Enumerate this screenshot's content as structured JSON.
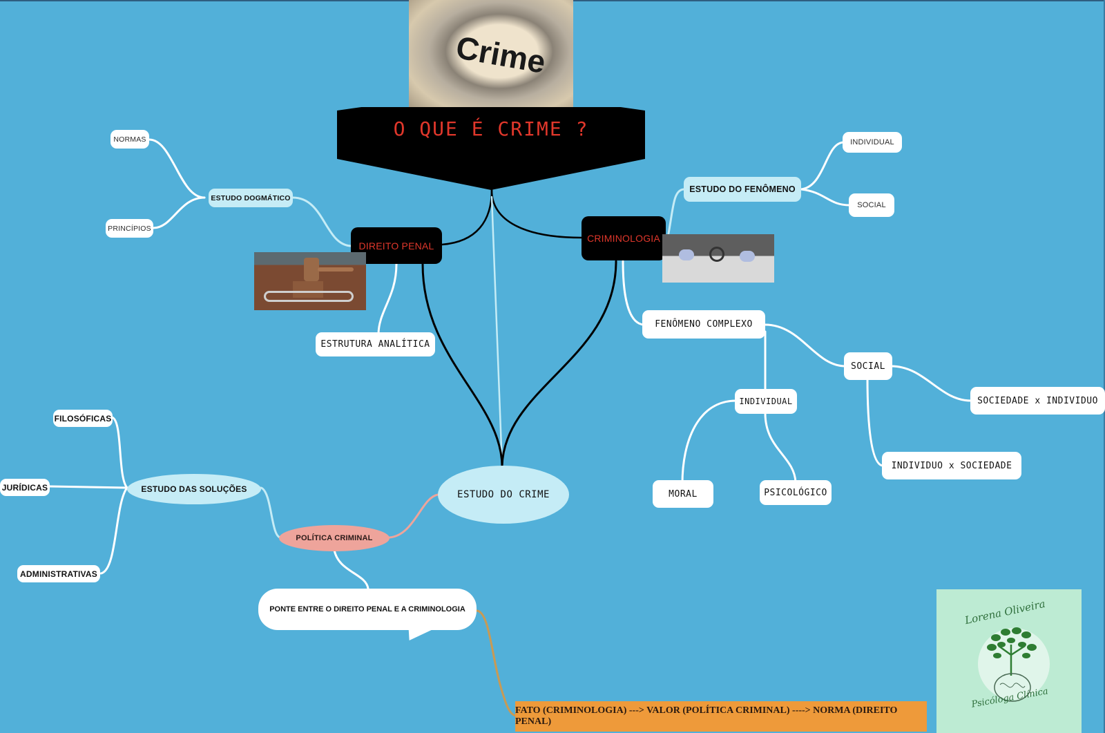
{
  "title": {
    "text": "O QUE É CRIME ?",
    "image": "crime-handcuffs-photo",
    "image_caption": "Crime"
  },
  "colors": {
    "background": "#52b0d9",
    "title_box": "#000000",
    "title_text": "#e0372b",
    "light_node": "#c5ecf6",
    "white_node": "#ffffff",
    "politica_criminal": "#eea49b",
    "formula_bar": "#ee9a3a",
    "logo_bg": "#bdebd3"
  },
  "direito_penal": {
    "label": "DIREITO PENAL",
    "image": "gavel-and-handcuffs-photo",
    "estudo_dogmatico": {
      "label": "ESTUDO DOGMÁTICO",
      "children": [
        "NORMAS",
        "PRINCÍPIOS"
      ]
    },
    "estrutura_analitica": "ESTRUTURA ANALÍTICA"
  },
  "criminologia": {
    "label": "CRIMINOLOGIA",
    "image": "fingerprint-investigation-photo",
    "estudo_do_fenomeno": {
      "label": "ESTUDO DO FENÔMENO",
      "children": [
        "INDIVIDUAL",
        "SOCIAL"
      ]
    },
    "fenomeno_complexo": {
      "label": "FENÔMENO COMPLEXO",
      "individual": {
        "label": "INDIVIDUAL",
        "children": [
          "MORAL",
          "PSICOLÓGICO"
        ]
      },
      "social": {
        "label": "SOCIAL",
        "children": [
          "SOCIEDADE x INDIVIDUO",
          "INDIVIDUO x SOCIEDADE"
        ]
      }
    }
  },
  "estudo_do_crime": "ESTUDO DO CRIME",
  "politica_criminal": {
    "label": "POLÍTICA CRIMINAL",
    "estudo_das_solucoes": {
      "label": "ESTUDO DAS SOLUÇÕES",
      "children": [
        "FILOSÓFICAS",
        "JURÍDICAS",
        "ADMINISTRATIVAS"
      ]
    },
    "callout": "PONTE ENTRE O DIREITO PENAL E A CRIMINOLOGIA"
  },
  "formula": "FATO (CRIMINOLOGIA) ---> VALOR (POLÍTICA CRIMINAL) ----> NORMA (DIREITO PENAL)",
  "logo": {
    "name": "Lorena Oliveira",
    "subtitle": "Psicóloga Clínica"
  }
}
